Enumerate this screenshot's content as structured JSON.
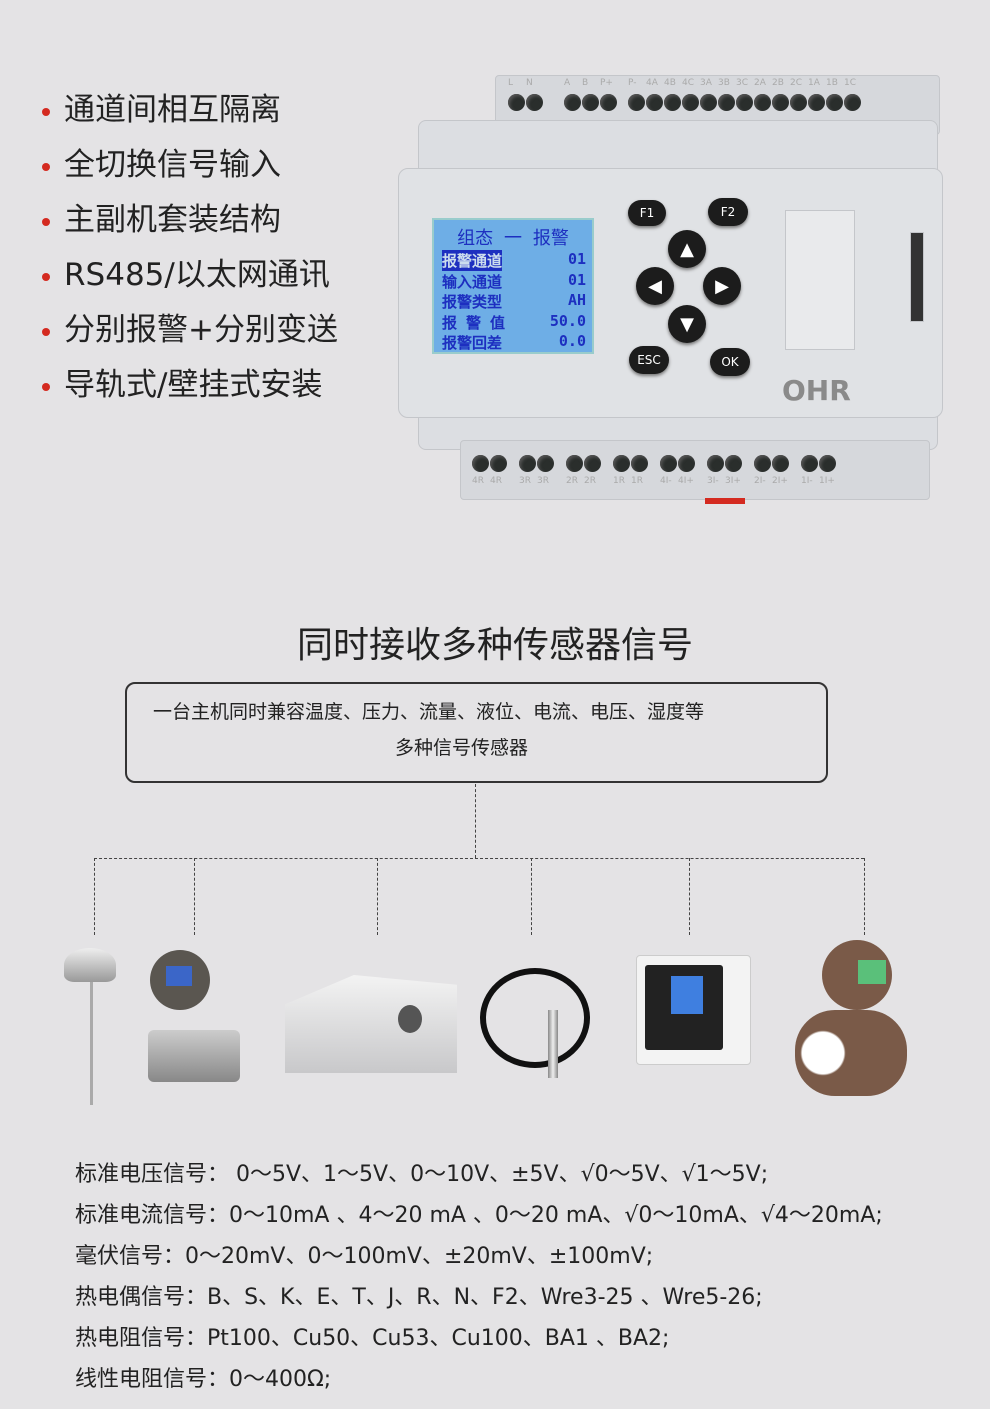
{
  "features": [
    "通道间相互隔离",
    "全切换信号输入",
    "主副机套装结构",
    "RS485/以太网通讯",
    "分别报警+分别变送",
    "导轨式/壁挂式安装"
  ],
  "device": {
    "brand": "OHR",
    "top_terminals": [
      "L",
      "N",
      "A",
      "B",
      "P+",
      "P-",
      "4A",
      "4B",
      "4C",
      "3A",
      "3B",
      "3C",
      "2A",
      "2B",
      "2C",
      "1A",
      "1B",
      "1C"
    ],
    "bottom_terminals": [
      "4R",
      "4R",
      "3R",
      "3R",
      "2R",
      "2R",
      "1R",
      "1R",
      "4I-",
      "4I+",
      "3I-",
      "3I+",
      "2I-",
      "2I+",
      "1I-",
      "1I+"
    ],
    "lcd": {
      "title": "组态 一 报警",
      "rows": [
        [
          "报警通道",
          "01"
        ],
        [
          "输入通道",
          "01"
        ],
        [
          "报警类型",
          "AH"
        ],
        [
          "报 警 值",
          "50.0"
        ],
        [
          "报警回差",
          "0.0"
        ]
      ]
    },
    "keys": {
      "f1": "F1",
      "f2": "F2",
      "esc": "ESC",
      "ok": "OK",
      "up": "▲",
      "down": "▼",
      "left": "◀",
      "right": "▶"
    },
    "lcd_color": "#6eaee6"
  },
  "section_title": "同时接收多种传感器信号",
  "box_text": [
    "一台主机同时兼容温度、压力、流量、液位、电流、电压、湿度等",
    "多种信号传感器"
  ],
  "sensors": [
    "thermocouple",
    "pressure-transmitter",
    "current-transformer",
    "level-sensor",
    "humidity-controller",
    "electromagnetic-flowmeter"
  ],
  "signals": [
    "标准电压信号： 0～5V、1～5V、0～10V、±5V、√0～5V、√1～5V;",
    "标准电流信号：0～10mA 、4～20 mA 、0～20 mA、√0～10mA、√4～20mA;",
    "毫伏信号：0～20mV、0～100mV、±20mV、±100mV;",
    "热电偶信号：B、S、K、E、T、J、R、N、F2、Wre3-25 、Wre5-26;",
    "热电阻信号：Pt100、Cu50、Cu53、Cu100、BA1 、BA2;",
    "线性电阻信号：0～400Ω;"
  ],
  "accent": "#d42a20"
}
